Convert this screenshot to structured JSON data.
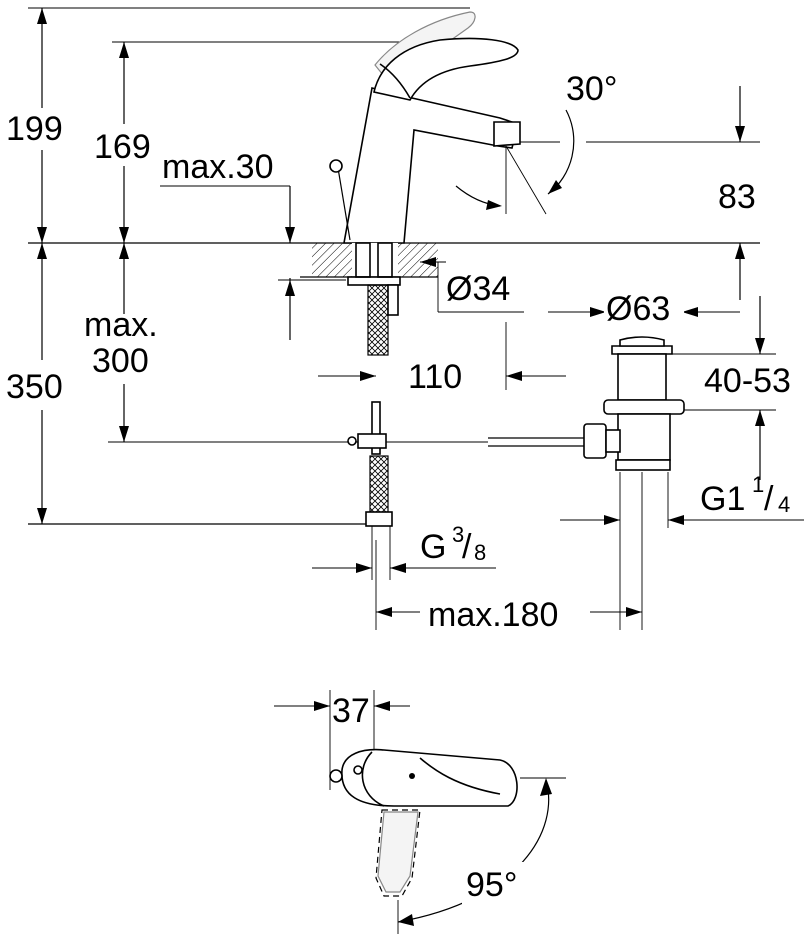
{
  "labels": {
    "h199": "199",
    "h169": "169",
    "max30": "max.30",
    "angle30": "30°",
    "h83": "83",
    "d34": "Ø34",
    "d63": "Ø63",
    "max300_line1": "max.",
    "max300_line2": "300",
    "h350": "350",
    "w110": "110",
    "r4053": "40-53",
    "g1_main": "G1",
    "g1_num": "1",
    "g1_slash": "/",
    "g1_den": "4",
    "g38_main": "G",
    "g38_num": "3",
    "g38_slash": "/",
    "g38_den": "8",
    "max180": "max.180",
    "w37": "37",
    "angle95": "95°"
  }
}
